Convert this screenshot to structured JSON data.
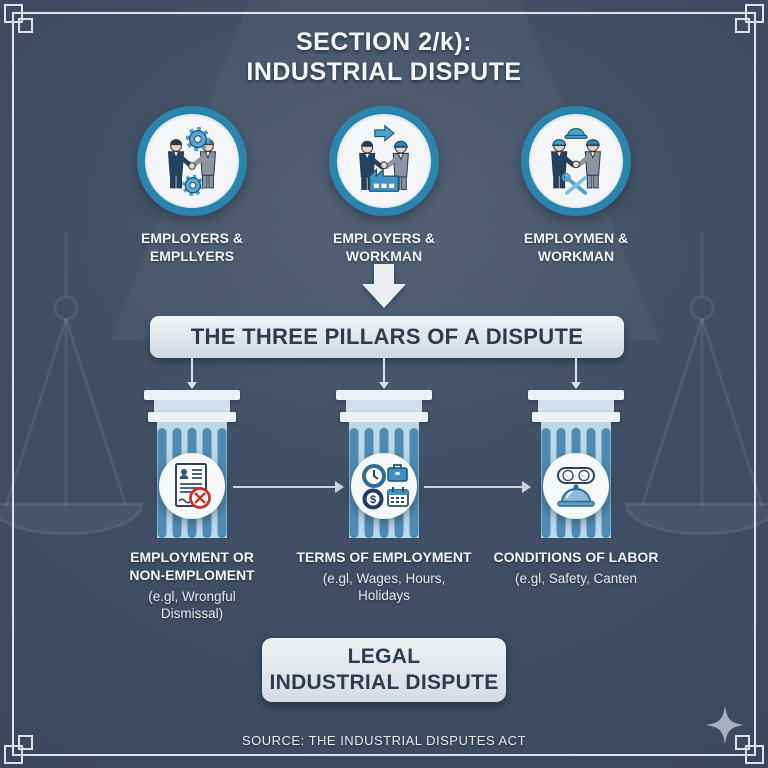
{
  "title": {
    "line1": "SECTION 2/k):",
    "line2": "INDUSTRIAL DISPUTE"
  },
  "parties": [
    {
      "icon": "employers-gears-handshake-icon",
      "line1": "EMPLOYERS &",
      "line2": "EMPLLYERS"
    },
    {
      "icon": "employer-workman-factory-icon",
      "line1": "EMPLOYERS &",
      "line2": "WORKMAN"
    },
    {
      "icon": "workmen-tools-handshake-icon",
      "line1": "EMPLOYMEN &",
      "line2": "WORKMAN"
    }
  ],
  "banner": {
    "label": "THE THREE PILLARS OF A DISPUTE"
  },
  "pillars": [
    {
      "icon": "rejected-document-icon",
      "title1": "EMPLOYMENT OR",
      "title2": "NON-EMPLOMENT",
      "sub1": "(e.gl, Wrongful",
      "sub2": "Dismissal)"
    },
    {
      "icon": "clock-money-calendar-icon",
      "title1": "TERMS OF EMPLOYMENT",
      "title2": "",
      "sub1": "(e.gl, Wages, Hours,",
      "sub2": "Holidays"
    },
    {
      "icon": "goggles-cloche-icon",
      "title1": "CONDITIONS OF LABOR",
      "title2": "",
      "sub1": "(e.gl, Safety, Canten",
      "sub2": ""
    }
  ],
  "result": {
    "line1": "LEGAL",
    "line2": "INDUSTRIAL DISPUTE"
  },
  "source": {
    "label": "SOURCE: THE INDUSTRIAL DISPUTES ACT"
  },
  "decor": {
    "corner_frame": "ornamental-line-frame",
    "watermark": "scales-of-justice",
    "sparkle": "four-point-star"
  },
  "colors": {
    "background": "#3b4b61",
    "ring_accent": "#2b84ae",
    "pillar_stripe": "#4e8bb4",
    "pillar_light": "#bdd8e9",
    "panel_light": "#e9edf2",
    "text_dark": "#2e3b4c",
    "text_light": "#f3f5f7",
    "prohibition_red": "#c6332e",
    "icon_blue": "#4aa2cd",
    "suit_navy": "#24415f",
    "suit_gray": "#8d949d"
  }
}
